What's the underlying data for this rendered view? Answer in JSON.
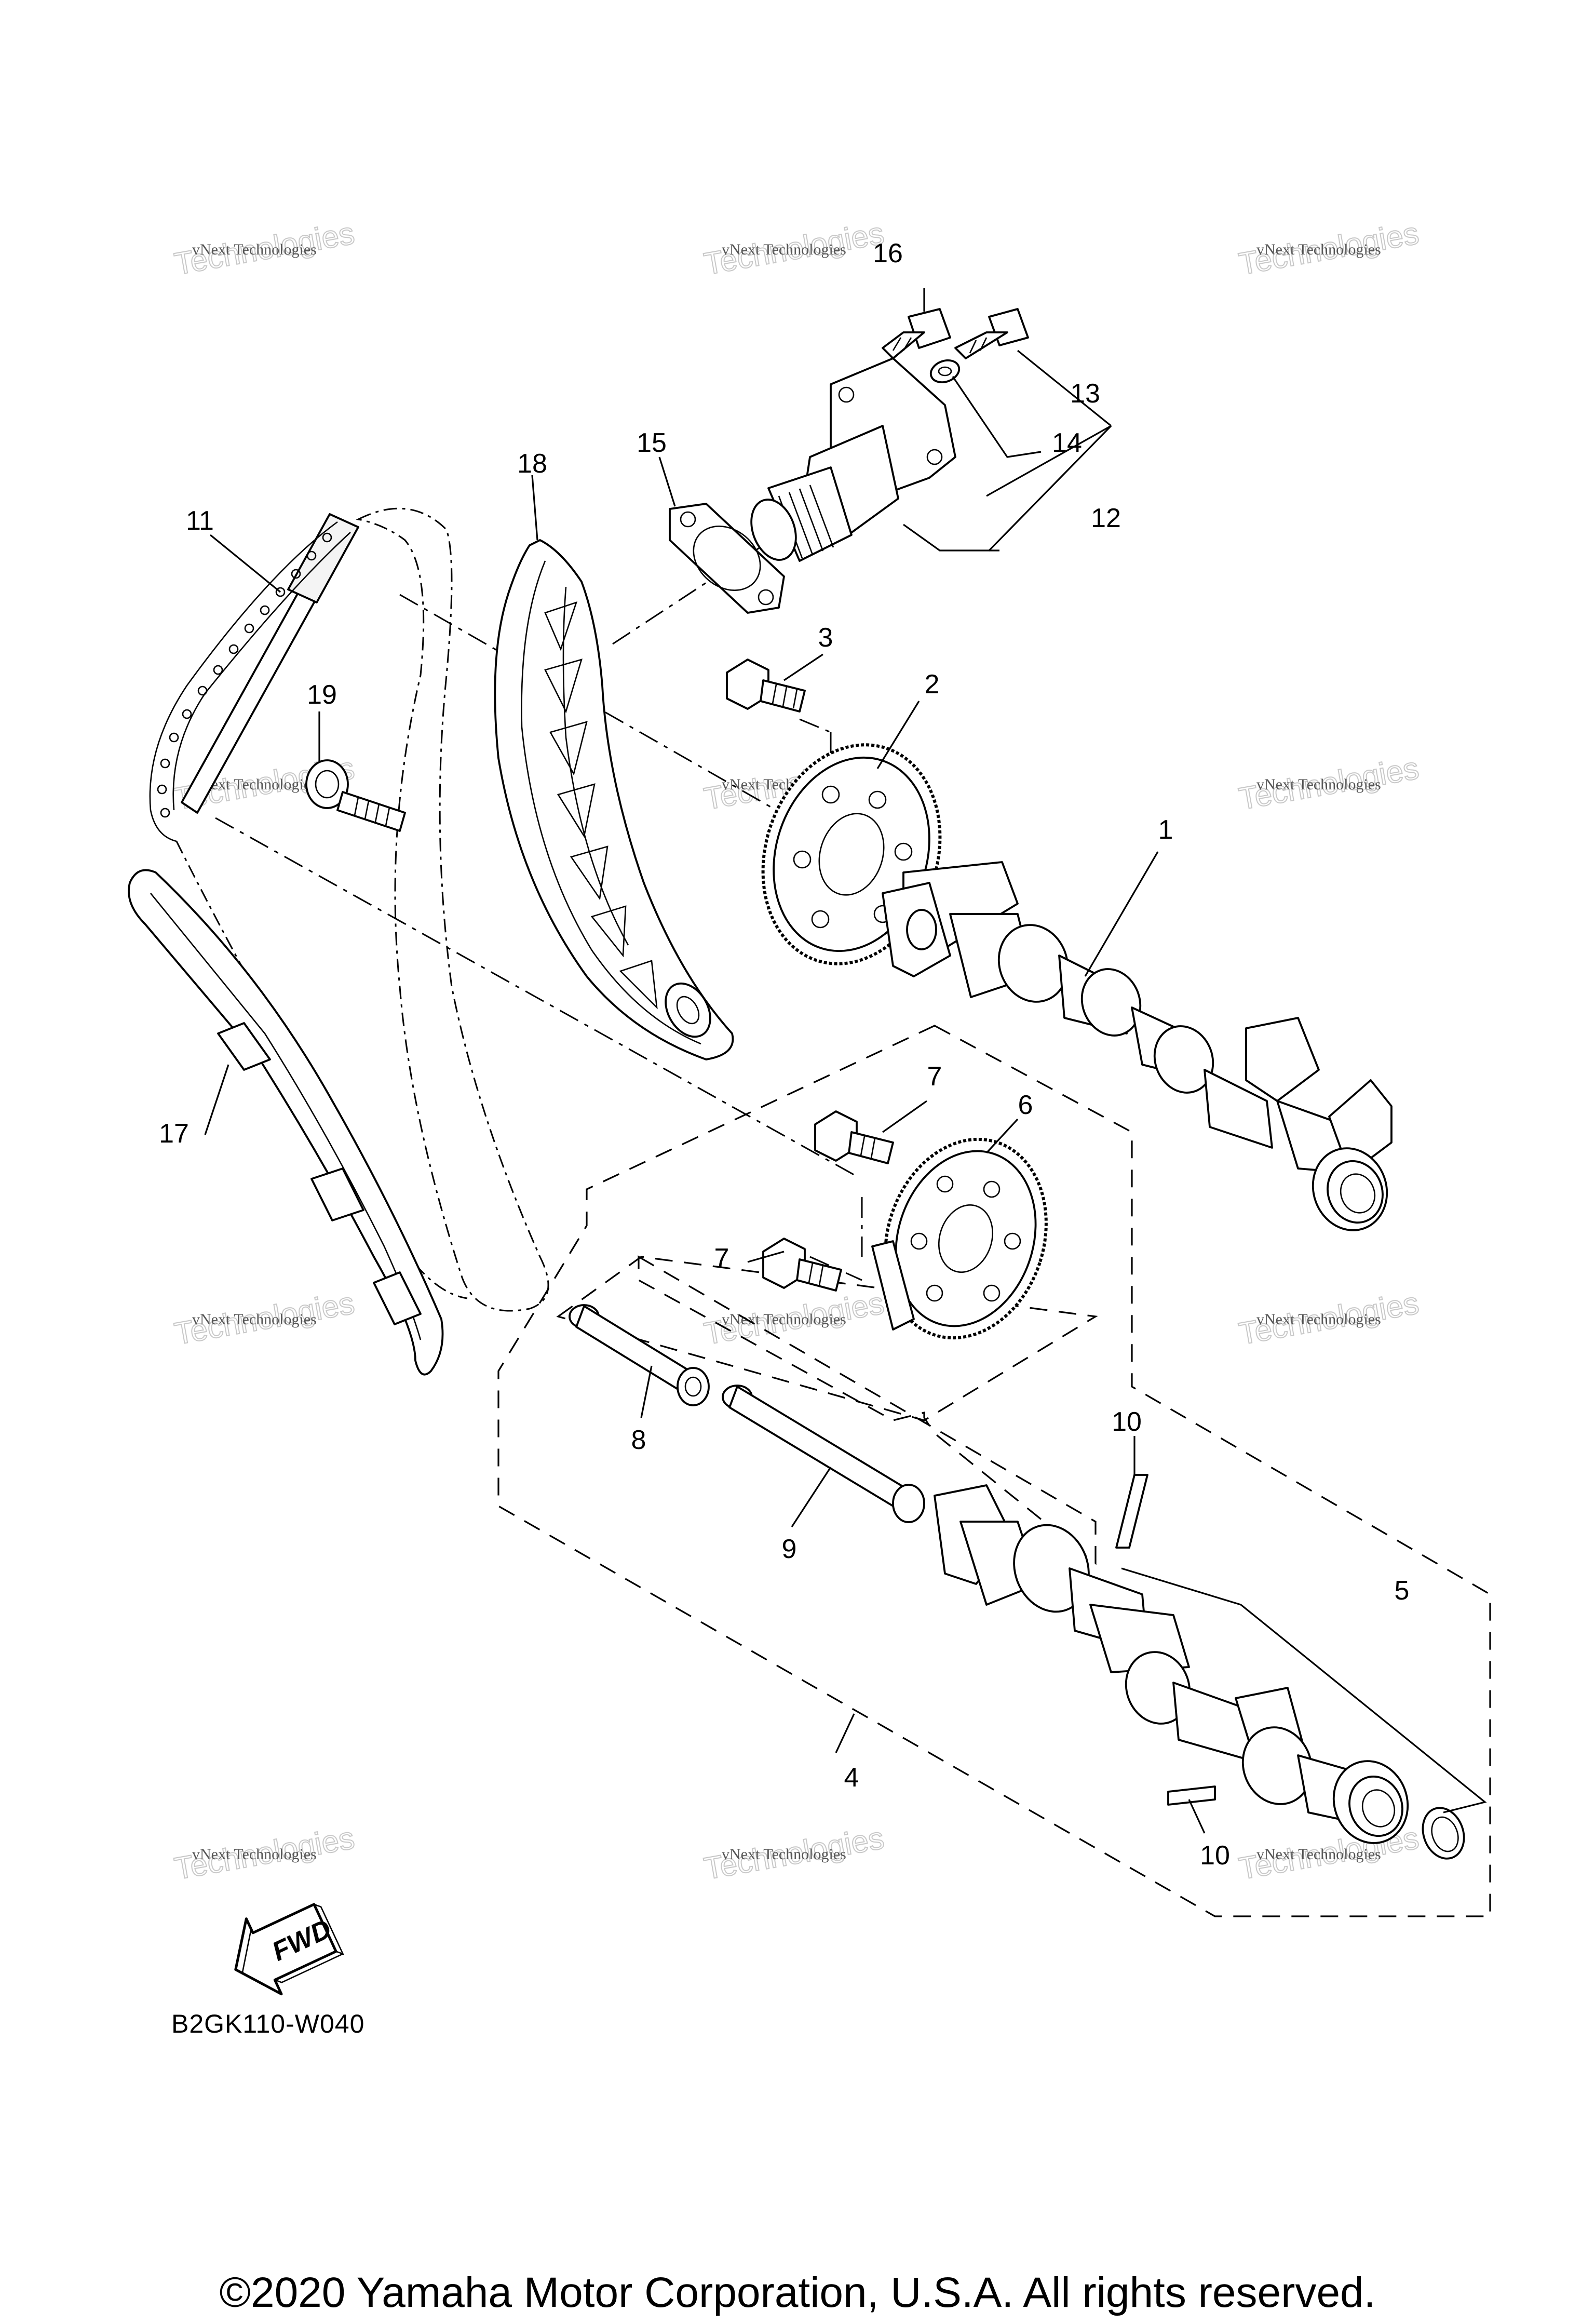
{
  "diagram": {
    "code": "B2GK110-W040",
    "fwd_label": "FWD",
    "copyright": "©2020 Yamaha Motor Corporation, U.S.A. All rights reserved.",
    "watermark": {
      "line1": "vNext Technologies",
      "line2": "Technologies",
      "line3": "vNext"
    },
    "callouts": [
      {
        "id": "1",
        "text": "1"
      },
      {
        "id": "2",
        "text": "2"
      },
      {
        "id": "3",
        "text": "3"
      },
      {
        "id": "4",
        "text": "4"
      },
      {
        "id": "5",
        "text": "5"
      },
      {
        "id": "6",
        "text": "6"
      },
      {
        "id": "7a",
        "text": "7"
      },
      {
        "id": "7b",
        "text": "7"
      },
      {
        "id": "8",
        "text": "8"
      },
      {
        "id": "9",
        "text": "9"
      },
      {
        "id": "10a",
        "text": "10"
      },
      {
        "id": "10b",
        "text": "10"
      },
      {
        "id": "11",
        "text": "11"
      },
      {
        "id": "12",
        "text": "12"
      },
      {
        "id": "13",
        "text": "13"
      },
      {
        "id": "14",
        "text": "14"
      },
      {
        "id": "15",
        "text": "15"
      },
      {
        "id": "16",
        "text": "16"
      },
      {
        "id": "17",
        "text": "17"
      },
      {
        "id": "18",
        "text": "18"
      },
      {
        "id": "19",
        "text": "19"
      }
    ]
  }
}
